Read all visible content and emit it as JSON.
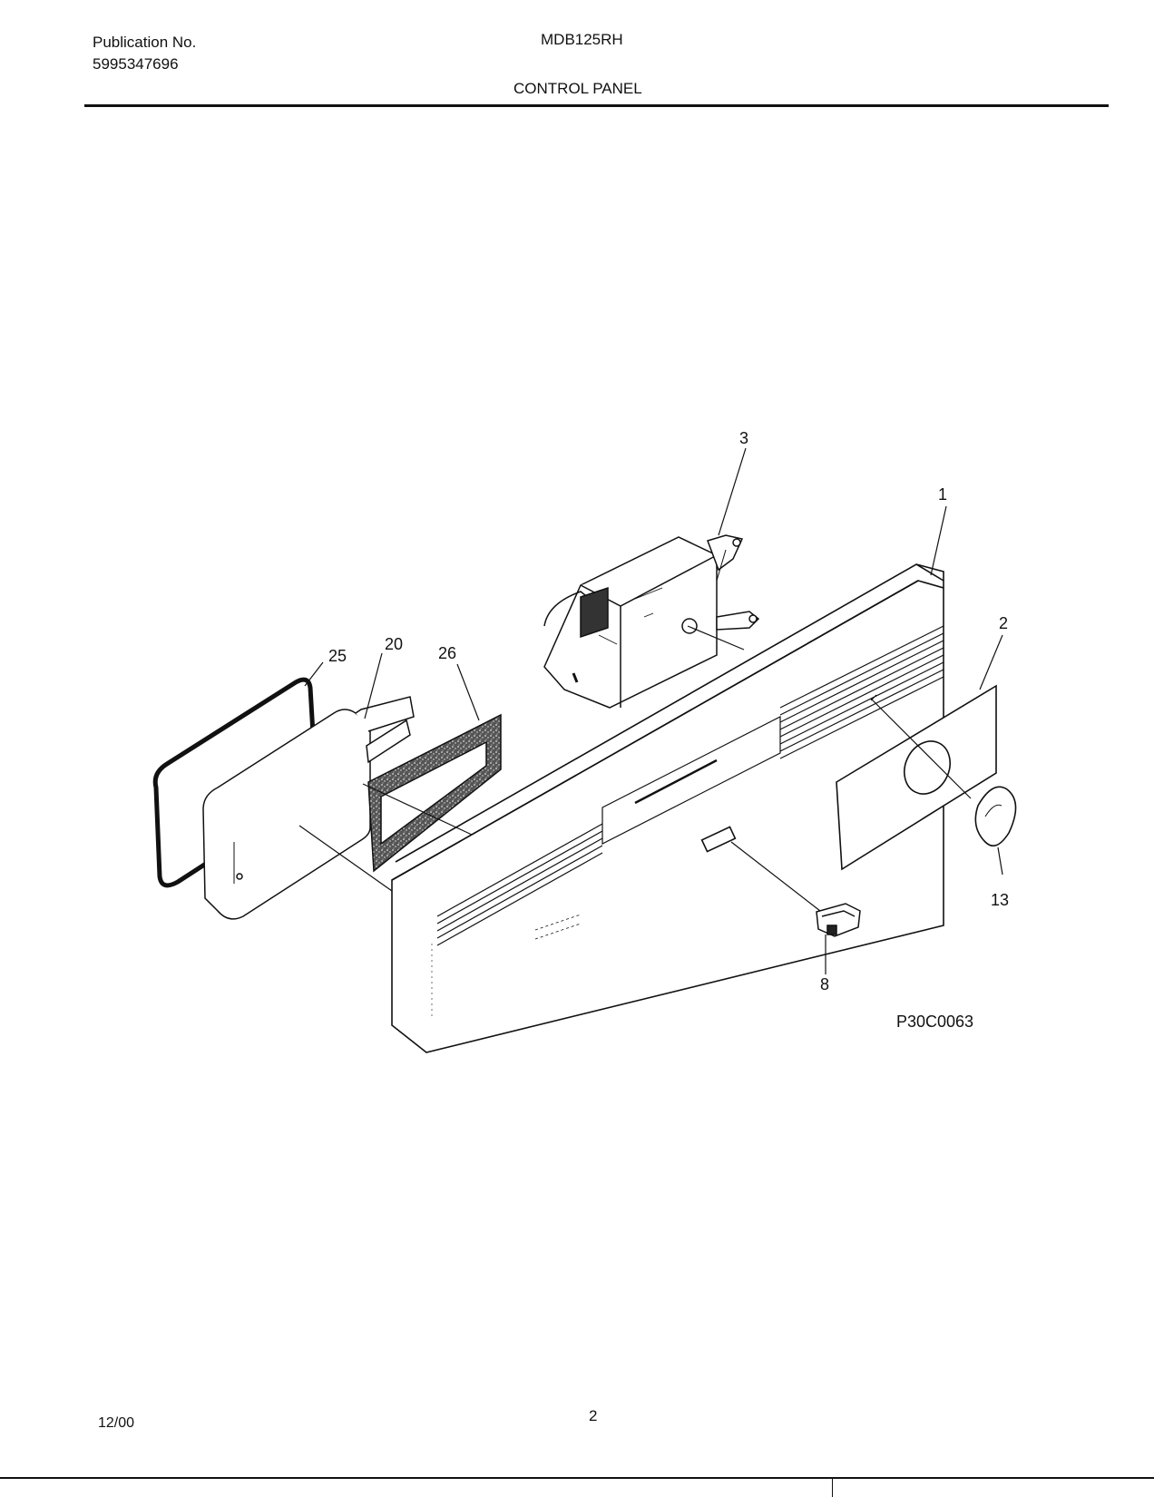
{
  "header": {
    "publication_label": "Publication No.",
    "publication_number": "5995347696",
    "model": "MDB125RH",
    "section_title": "CONTROL PANEL"
  },
  "diagram": {
    "part_callouts": [
      "3",
      "1",
      "2",
      "25",
      "20",
      "26",
      "13",
      "8"
    ],
    "figure_id": "P30C0063"
  },
  "footer": {
    "date": "12/00",
    "page_number": "2"
  }
}
